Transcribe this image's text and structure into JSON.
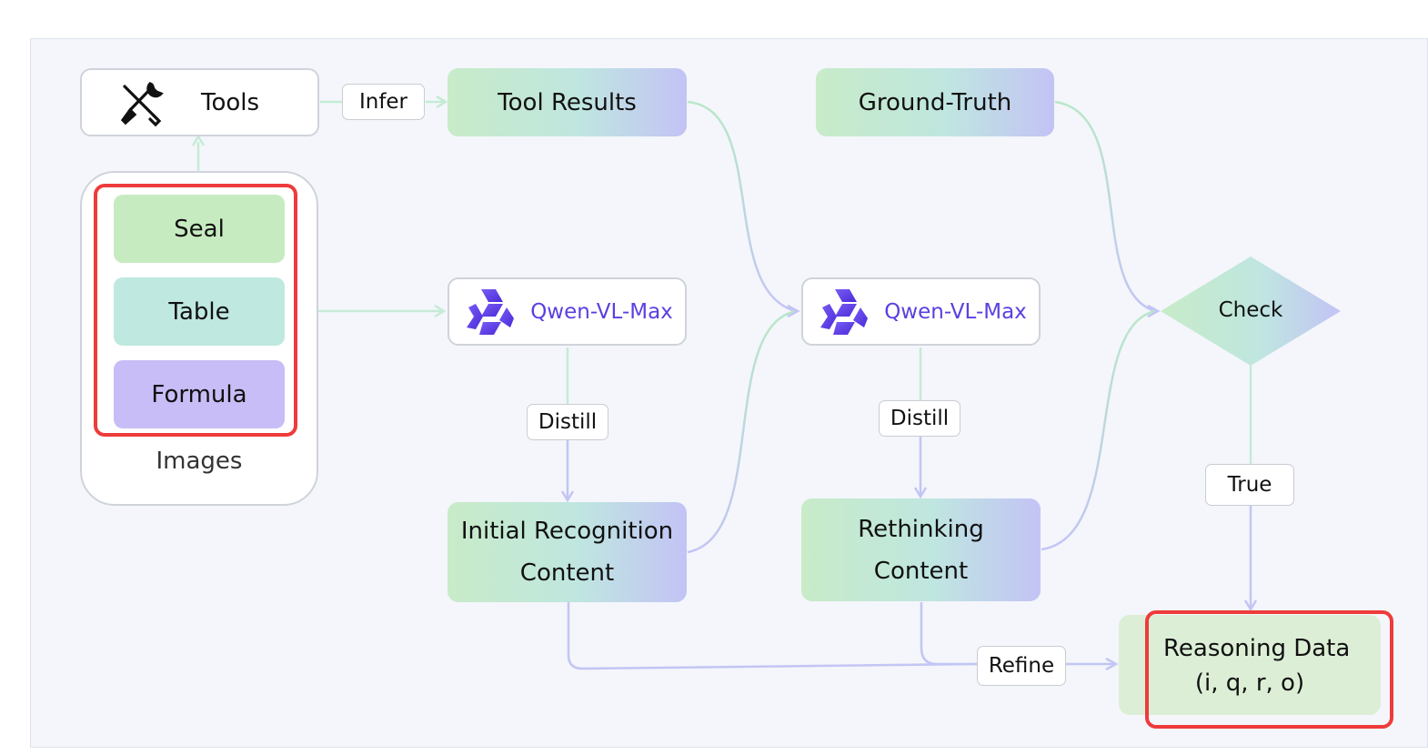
{
  "nodes": {
    "tools": "Tools",
    "tool_results": "Tool Results",
    "ground_truth": "Ground-Truth",
    "seal": "Seal",
    "table": "Table",
    "formula": "Formula",
    "images": "Images",
    "qwen_1": "Qwen-VL-Max",
    "qwen_2": "Qwen-VL-Max",
    "check": "Check",
    "initial_line1": "Initial Recognition",
    "initial_line2": "Content",
    "rethinking_line1": "Rethinking",
    "rethinking_line2": "Content",
    "reasoning_line1": "Reasoning Data",
    "reasoning_line2": "(i, q, r, o)"
  },
  "edge_labels": {
    "infer": "Infer",
    "distill_1": "Distill",
    "distill_2": "Distill",
    "true": "True",
    "refine": "Refine"
  },
  "colors": {
    "green_edge": "#b7e6c4",
    "purple_edge": "#c0c3f2",
    "highlight_red": "#ee3b3b",
    "qwen_text": "#5b3fe0",
    "gradient_start": "#c8ebc8",
    "gradient_end": "#c3c3f5"
  },
  "icons": [
    "tools-icon",
    "qwen-logo-icon"
  ]
}
